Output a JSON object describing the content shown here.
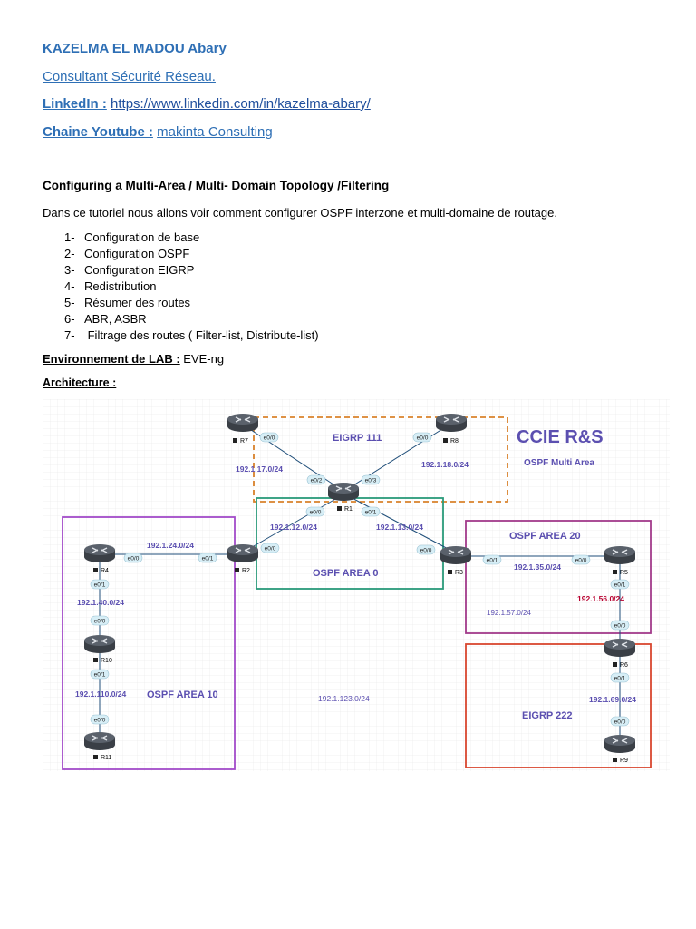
{
  "header": {
    "author": "KAZELMA EL MADOU Abary",
    "role": "Consultant Sécurité Réseau.",
    "linkedin_label": "LinkedIn :",
    "linkedin_url": "https://www.linkedin.com/in/kazelma-abary/",
    "youtube_label": "Chaine Youtube :",
    "youtube_channel": "makinta Consulting"
  },
  "section": {
    "title": "Configuring a Multi-Area / Multi- Domain Topology /Filtering",
    "intro": "Dans ce tutoriel nous allons voir comment configurer OSPF interzone et multi-domaine de routage.",
    "steps": [
      {
        "num": "1-",
        "text": "Configuration de base"
      },
      {
        "num": "2-",
        "text": "Configuration OSPF"
      },
      {
        "num": "3-",
        "text": "Configuration EIGRP"
      },
      {
        "num": "4-",
        "text": "Redistribution"
      },
      {
        "num": "5-",
        "text": "Résumer des routes"
      },
      {
        "num": "6-",
        "text": "ABR, ASBR"
      },
      {
        "num": "7-",
        "text": " Filtrage des routes ( Filter-list, Distribute-list)"
      }
    ],
    "env_label": "Environnement de LAB :",
    "env_value": " EVE-ng",
    "arch_label": "Architecture :"
  },
  "diagram": {
    "title": "CCIE R&S",
    "subtitle": "OSPF Multi Area",
    "areas": {
      "eigrp111": "EIGRP 111",
      "area0": "OSPF AREA 0",
      "area10": "OSPF AREA 10",
      "area20": "OSPF AREA 20",
      "eigrp222": "EIGRP 222"
    },
    "routers": {
      "r1": "R1",
      "r2": "R2",
      "r3": "R3",
      "r4": "R4",
      "r5": "R5",
      "r6": "R6",
      "r7": "R7",
      "r8": "R8",
      "r9": "R9",
      "r10": "R10",
      "r11": "R11"
    },
    "subnets": {
      "s17": "192.1.17.0/24",
      "s18": "192.1.18.0/24",
      "s12": "192.1.12.0/24",
      "s13": "192.1.13.0/24",
      "s24": "192.1.24.0/24",
      "s35": "192.1.35.0/24",
      "s40": "192.1.40.0/24",
      "s56": "192.1.56.0/24",
      "s57": "192.1.57.0/24",
      "s110": "192.1.110.0/24",
      "s123": "192.1.123.0/24",
      "s69": "192.1.69.0/24"
    },
    "ports": {
      "r7_e00": "e0/0",
      "r8_e00": "e0/0",
      "r1_e02": "e0/2",
      "r1_e03": "e0/3",
      "r1_e00": "e0/0",
      "r1_e01": "e0/1",
      "r2_e00": "e0/0",
      "r2_e01": "e0/1",
      "r4_e00": "e0/0",
      "r4_e01": "e0/1",
      "r3_e00": "e0/0",
      "r3_e01": "e0/1",
      "r5_e00": "e0/0",
      "r5_e01": "e0/1",
      "r10_e00": "e0/0",
      "r10_e01": "e0/1",
      "r11_e00": "e0/0",
      "r6_e00": "e0/0",
      "r6_e01": "e0/1",
      "r9_e00": "e0/0"
    },
    "colors": {
      "eigrp111_border": "#d9822b",
      "area0_border": "#2a9a7a",
      "area10_border": "#a24bc9",
      "area20_border": "#a23a8a",
      "eigrp222_border": "#d8472f",
      "label": "#5b4fb0",
      "subnet_56": "#b8002f",
      "router_body": "#4a5058",
      "port_bg": "#d7eef6"
    }
  }
}
